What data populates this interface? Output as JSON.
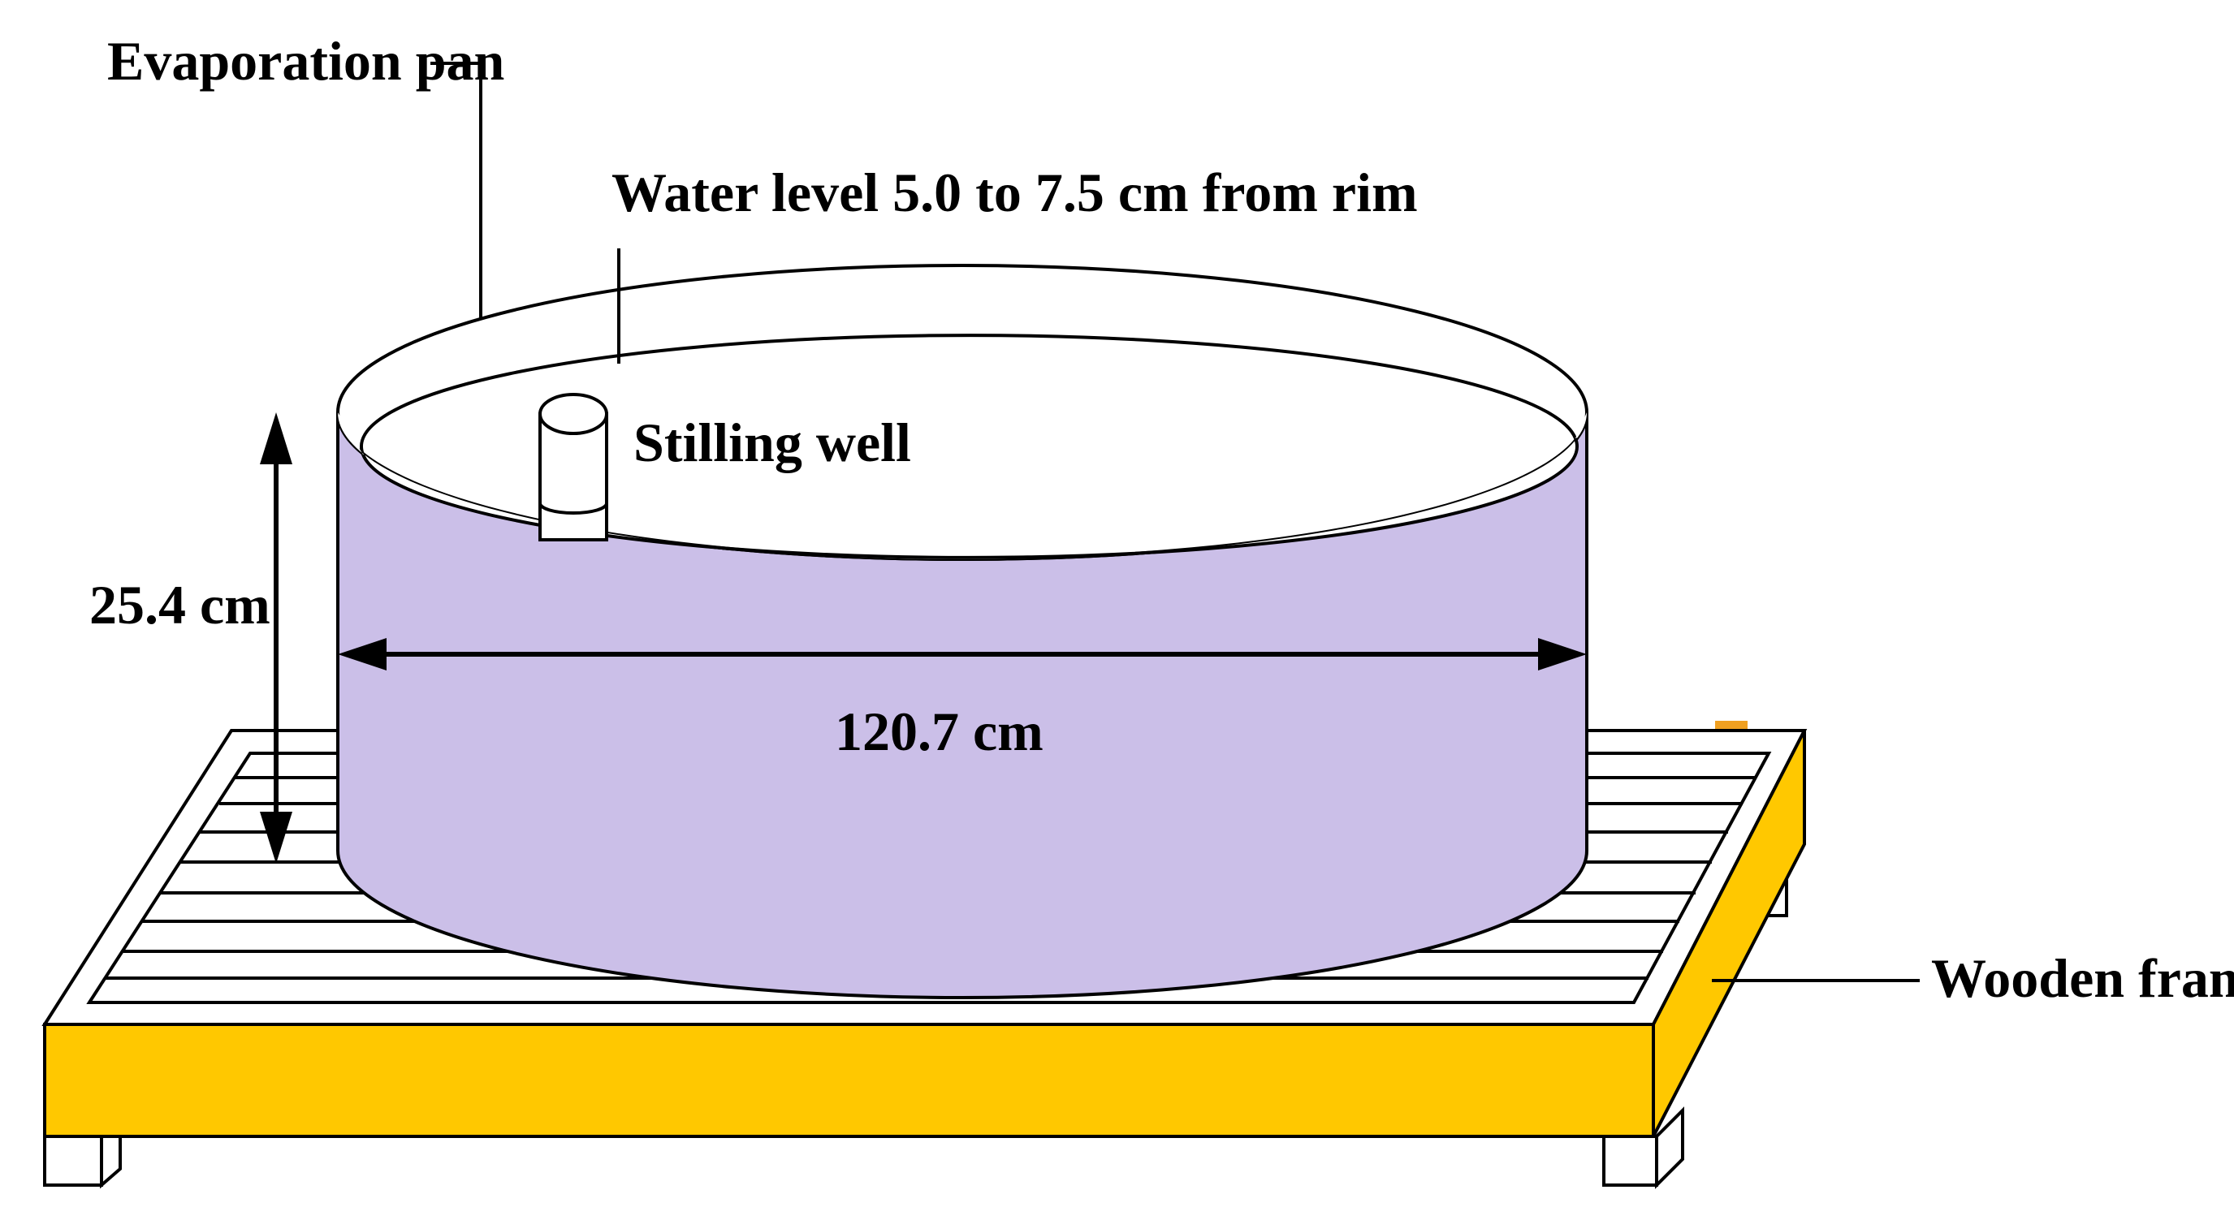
{
  "labels": {
    "evaporation_pan": "Evaporation pan",
    "water_level": "Water level 5.0 to 7.5 cm from rim",
    "stilling_well": "Stilling well",
    "height": "25.4 cm",
    "diameter": "120.7 cm",
    "wooden_frame": "Wooden frame"
  },
  "colors": {
    "pan_body": "#cbbfe8",
    "wooden_frame": "#ffc800",
    "outline": "#000000",
    "background": "#ffffff"
  }
}
